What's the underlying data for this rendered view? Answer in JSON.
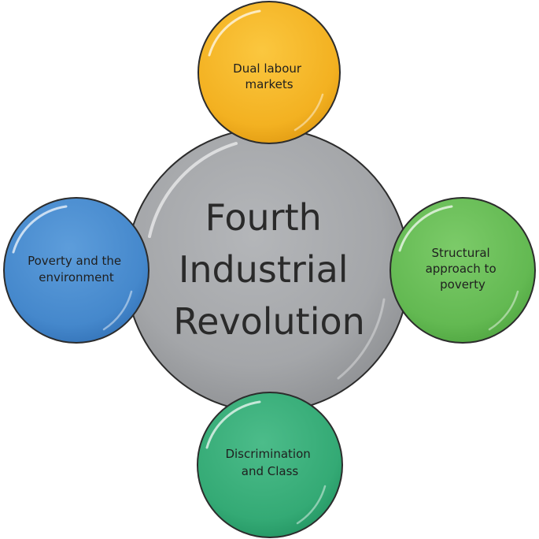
{
  "center": {
    "lines": [
      "Fourth",
      "Industrial",
      "Revolution"
    ],
    "color": "#a7a9ac"
  },
  "nodes": [
    {
      "id": "top",
      "lines": [
        "Dual labour",
        "markets"
      ],
      "color": "#f6b92b",
      "position": "top"
    },
    {
      "id": "right",
      "lines": [
        "Structural",
        "approach to",
        "poverty"
      ],
      "color": "#6cbf5a",
      "position": "right"
    },
    {
      "id": "bottom",
      "lines": [
        "Discrimination",
        "and Class"
      ],
      "color": "#3bb07e",
      "position": "bottom"
    },
    {
      "id": "left",
      "lines": [
        "Poverty and the",
        "environment"
      ],
      "color": "#4b8ed0",
      "position": "left"
    }
  ]
}
